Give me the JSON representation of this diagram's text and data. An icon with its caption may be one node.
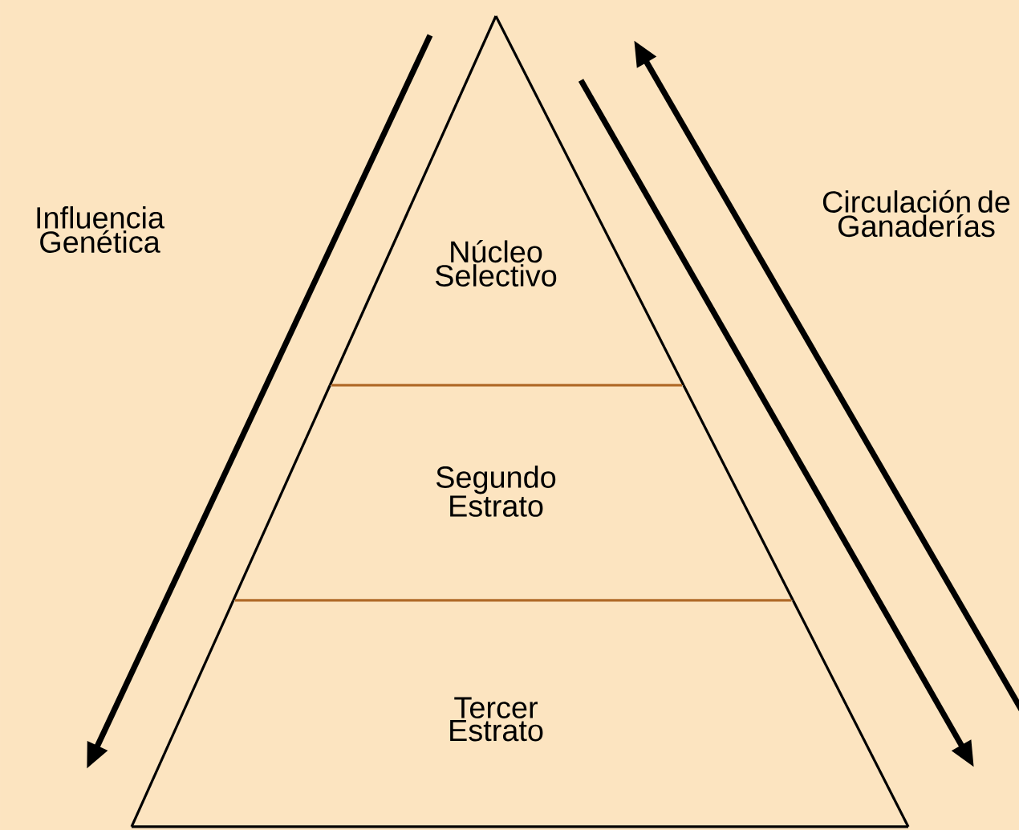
{
  "diagram": {
    "nodes": [
      {
        "text": [
          "Núcleo Selectivo"
        ]
      },
      {
        "text": [
          "Segundo Estrato"
        ]
      },
      {
        "text": [
          "Tercer Estrato"
        ]
      }
    ],
    "labels": [
      "Influencia Genética",
      "Circulación de Ganaderías"
    ]
  }
}
